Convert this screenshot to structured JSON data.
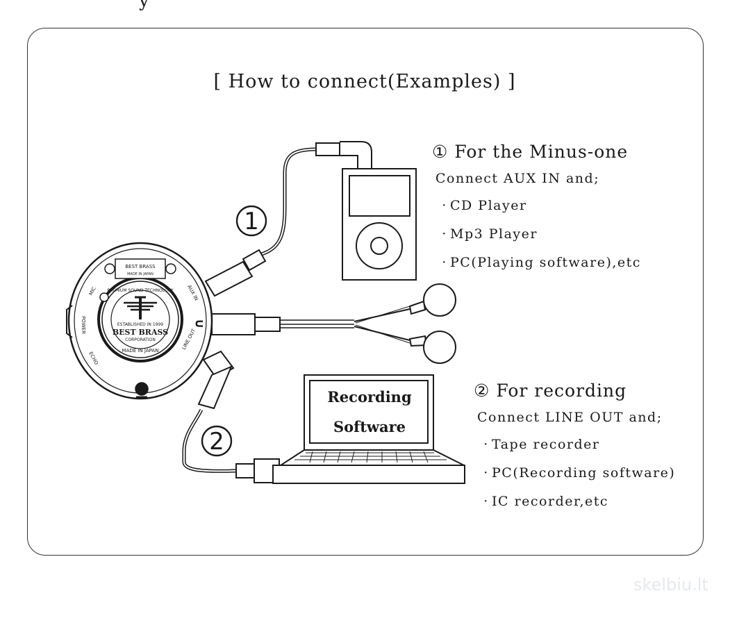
{
  "title": "[ How to connect(Examples) ]",
  "section1": {
    "heading": "① For the Minus-one",
    "subtitle": "Connect AUX IN and;",
    "items": [
      "CD Player",
      "Mp3 Player",
      "PC(Playing software),etc"
    ]
  },
  "section2": {
    "heading": "② For recording",
    "subtitle": "Connect LINE OUT and;",
    "items": [
      "Tape recorder",
      "PC(Recording software)",
      "IC recorder,etc"
    ]
  },
  "labels": {
    "marker1": "1",
    "marker2": "2",
    "screen_line1": "Recording",
    "screen_line2": "Software"
  },
  "device": {
    "plate_line1": "BEST BRASS",
    "plate_line2": "MADE IN JAPAN",
    "ring_text": "PREMIUM SOUND TECHNOLOGY",
    "center_line1": "ESTABLISHED IN 1999",
    "center_line2": "BEST BRASS",
    "center_line3": "CORPORATION",
    "center_line4": "MADE IN JAPAN",
    "port_mic": "MIC",
    "port_aux": "AUX IN",
    "port_line": "LINE OUT",
    "port_echo": "ECHO",
    "port_power": "POWER",
    "headphone_symbol": "∩"
  },
  "watermark": "skelbiu.lt",
  "colors": {
    "line": "#1a1a1a",
    "frame": "#333333",
    "watermark": "#e6e9ee"
  }
}
